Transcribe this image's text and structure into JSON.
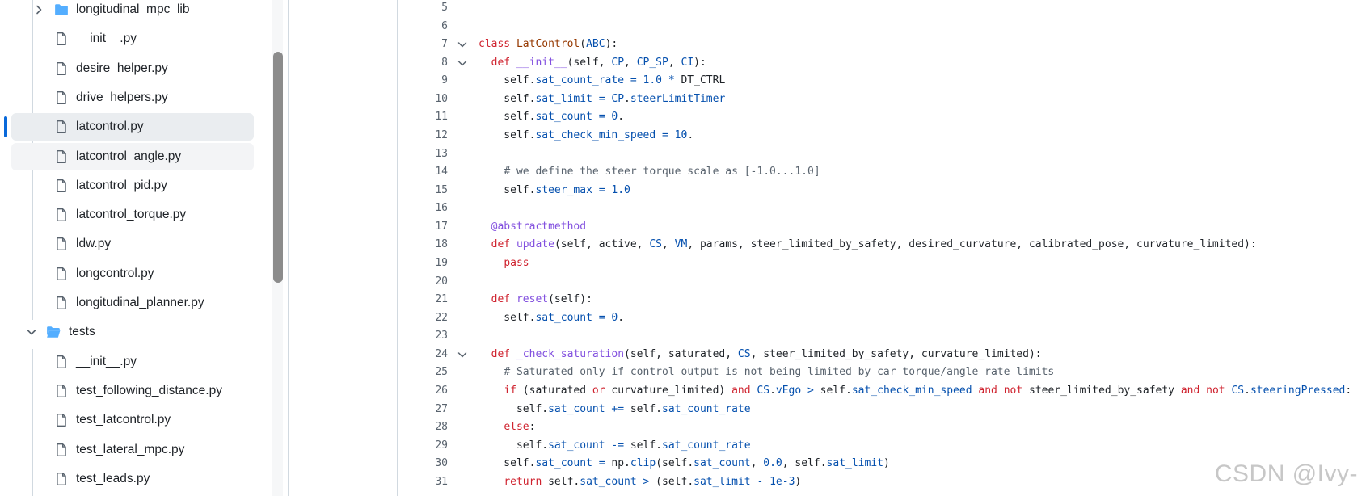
{
  "file_tree": {
    "items": [
      {
        "label": "longitudinal_mpc_lib",
        "kind": "folder",
        "expanded": false
      },
      {
        "label": "__init__.py",
        "kind": "file"
      },
      {
        "label": "desire_helper.py",
        "kind": "file"
      },
      {
        "label": "drive_helpers.py",
        "kind": "file"
      },
      {
        "label": "latcontrol.py",
        "kind": "file",
        "selected": true
      },
      {
        "label": "latcontrol_angle.py",
        "kind": "file",
        "hovered": true
      },
      {
        "label": "latcontrol_pid.py",
        "kind": "file"
      },
      {
        "label": "latcontrol_torque.py",
        "kind": "file"
      },
      {
        "label": "ldw.py",
        "kind": "file"
      },
      {
        "label": "longcontrol.py",
        "kind": "file"
      },
      {
        "label": "longitudinal_planner.py",
        "kind": "file"
      },
      {
        "label": "tests",
        "kind": "folder",
        "expanded": true
      },
      {
        "label": "__init__.py",
        "kind": "file"
      },
      {
        "label": "test_following_distance.py",
        "kind": "file"
      },
      {
        "label": "test_latcontrol.py",
        "kind": "file"
      },
      {
        "label": "test_lateral_mpc.py",
        "kind": "file"
      },
      {
        "label": "test_leads.py",
        "kind": "file"
      }
    ]
  },
  "code": {
    "lines": [
      {
        "num": "5",
        "text": ""
      },
      {
        "num": "6",
        "text": ""
      },
      {
        "num": "7",
        "text": "class LatControl(ABC):",
        "foldable": true
      },
      {
        "num": "8",
        "text": "  def __init__(self, CP, CP_SP, CI):",
        "foldable": true
      },
      {
        "num": "9",
        "text": "    self.sat_count_rate = 1.0 * DT_CTRL"
      },
      {
        "num": "10",
        "text": "    self.sat_limit = CP.steerLimitTimer"
      },
      {
        "num": "11",
        "text": "    self.sat_count = 0."
      },
      {
        "num": "12",
        "text": "    self.sat_check_min_speed = 10."
      },
      {
        "num": "13",
        "text": ""
      },
      {
        "num": "14",
        "text": "    # we define the steer torque scale as [-1.0...1.0]"
      },
      {
        "num": "15",
        "text": "    self.steer_max = 1.0"
      },
      {
        "num": "16",
        "text": ""
      },
      {
        "num": "17",
        "text": "  @abstractmethod"
      },
      {
        "num": "18",
        "text": "  def update(self, active, CS, VM, params, steer_limited_by_safety, desired_curvature, calibrated_pose, curvature_limited):"
      },
      {
        "num": "19",
        "text": "    pass"
      },
      {
        "num": "20",
        "text": ""
      },
      {
        "num": "21",
        "text": "  def reset(self):"
      },
      {
        "num": "22",
        "text": "    self.sat_count = 0."
      },
      {
        "num": "23",
        "text": ""
      },
      {
        "num": "24",
        "text": "  def _check_saturation(self, saturated, CS, steer_limited_by_safety, curvature_limited):",
        "foldable": true
      },
      {
        "num": "25",
        "text": "    # Saturated only if control output is not being limited by car torque/angle rate limits"
      },
      {
        "num": "26",
        "text": "    if (saturated or curvature_limited) and CS.vEgo > self.sat_check_min_speed and not steer_limited_by_safety and not CS.steeringPressed:"
      },
      {
        "num": "27",
        "text": "      self.sat_count += self.sat_count_rate"
      },
      {
        "num": "28",
        "text": "    else:"
      },
      {
        "num": "29",
        "text": "      self.sat_count -= self.sat_count_rate"
      },
      {
        "num": "30",
        "text": "    self.sat_count = np.clip(self.sat_count, 0.0, self.sat_limit)"
      },
      {
        "num": "31",
        "text": "    return self.sat_count > (self.sat_limit - 1e-3)"
      }
    ]
  },
  "watermark": "CSDN @Ivy-",
  "colors": {
    "accent": "#0969da",
    "folder": "#54aeff",
    "keyword": "#cf222e",
    "function": "#8250df",
    "class": "#953800",
    "property": "#0550ae",
    "comment": "#59636e"
  },
  "icons": {
    "file": "file-icon",
    "folder": "folder-icon",
    "folder_open": "folder-open-icon",
    "chevron_right": "chevron-right-icon",
    "chevron_down": "chevron-down-icon"
  }
}
